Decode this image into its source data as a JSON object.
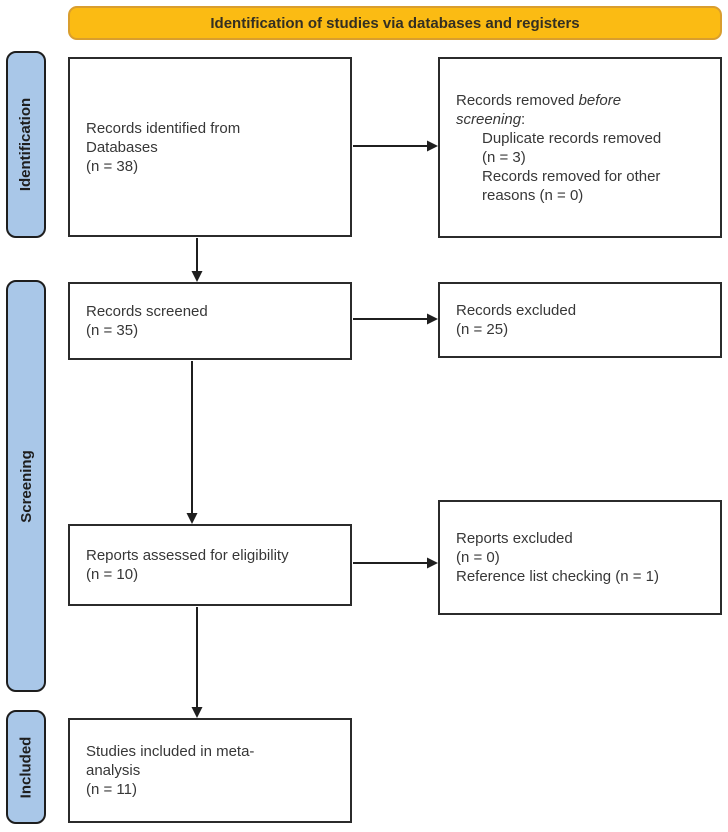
{
  "title": "Identification of studies via databases and registers",
  "colors": {
    "banner_bg": "#FBBB13",
    "banner_border": "#D99E2E",
    "sidebar_bg": "#A9C7E8",
    "dark_border": "#2B2B2B",
    "text_color": "#373737",
    "arrow_color": "#1F1F1F"
  },
  "sidebar": {
    "items": [
      {
        "label": "Identification"
      },
      {
        "label": "Screening"
      },
      {
        "label": "Included"
      }
    ]
  },
  "boxes": [
    {
      "id": "records-identified",
      "lines": [
        {
          "segments": [
            {
              "text": "Records identified from"
            }
          ]
        },
        {
          "segments": [
            {
              "text": "Databases"
            }
          ]
        },
        {
          "segments": [
            {
              "text": "(n = 38)"
            }
          ]
        }
      ]
    },
    {
      "id": "records-removed-before-screening",
      "lines": [
        {
          "segments": [
            {
              "text": "Records removed "
            },
            {
              "text": "before",
              "italic": true
            }
          ]
        },
        {
          "segments": [
            {
              "text": "screening",
              "italic": true
            },
            {
              "text": ":"
            }
          ]
        },
        {
          "indent": true,
          "segments": [
            {
              "text": "Duplicate records removed"
            }
          ]
        },
        {
          "indent": true,
          "segments": [
            {
              "text": "(n = 3)"
            }
          ]
        },
        {
          "indent": true,
          "segments": [
            {
              "text": "Records removed for other"
            }
          ]
        },
        {
          "indent": true,
          "segments": [
            {
              "text": "reasons (n = 0)"
            }
          ]
        }
      ]
    },
    {
      "id": "records-screened",
      "lines": [
        {
          "segments": [
            {
              "text": "Records screened"
            }
          ]
        },
        {
          "segments": [
            {
              "text": "(n = 35)"
            }
          ]
        }
      ]
    },
    {
      "id": "records-excluded",
      "lines": [
        {
          "segments": [
            {
              "text": "Records excluded"
            }
          ]
        },
        {
          "segments": [
            {
              "text": "(n = 25)"
            }
          ]
        }
      ]
    },
    {
      "id": "reports-assessed",
      "lines": [
        {
          "segments": [
            {
              "text": "Reports assessed for eligibility"
            }
          ]
        },
        {
          "segments": [
            {
              "text": "(n = 10)"
            }
          ]
        }
      ]
    },
    {
      "id": "reports-excluded",
      "lines": [
        {
          "segments": [
            {
              "text": "Reports excluded"
            }
          ]
        },
        {
          "segments": [
            {
              "text": "(n = 0)"
            }
          ]
        },
        {
          "segments": [
            {
              "text": "Reference list checking (n = 1)"
            }
          ]
        }
      ]
    },
    {
      "id": "studies-included",
      "lines": [
        {
          "segments": [
            {
              "text": "Studies included in meta-"
            }
          ]
        },
        {
          "segments": [
            {
              "text": "analysis"
            }
          ]
        },
        {
          "segments": [
            {
              "text": "(n = 11)"
            }
          ]
        }
      ]
    }
  ]
}
